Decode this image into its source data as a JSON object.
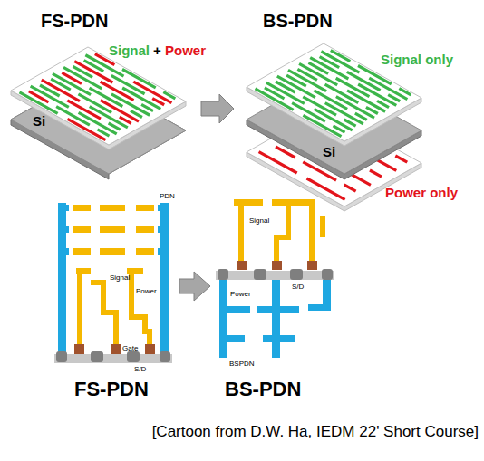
{
  "diagram": {
    "caption": "[Cartoon from D.W. Ha, IEDM 22' Short Course]",
    "labels": [
      "FS-PDN",
      "BS-PDN",
      "Signal",
      "+",
      "Power",
      "Si",
      "Signal only",
      "Si",
      "Power only",
      "PDN",
      "Signal",
      "Power",
      "Gate",
      "S/D",
      "Signal",
      "S/D",
      "Power",
      "BSPDN",
      "FS-PDN",
      "BS-PDN"
    ]
  }
}
